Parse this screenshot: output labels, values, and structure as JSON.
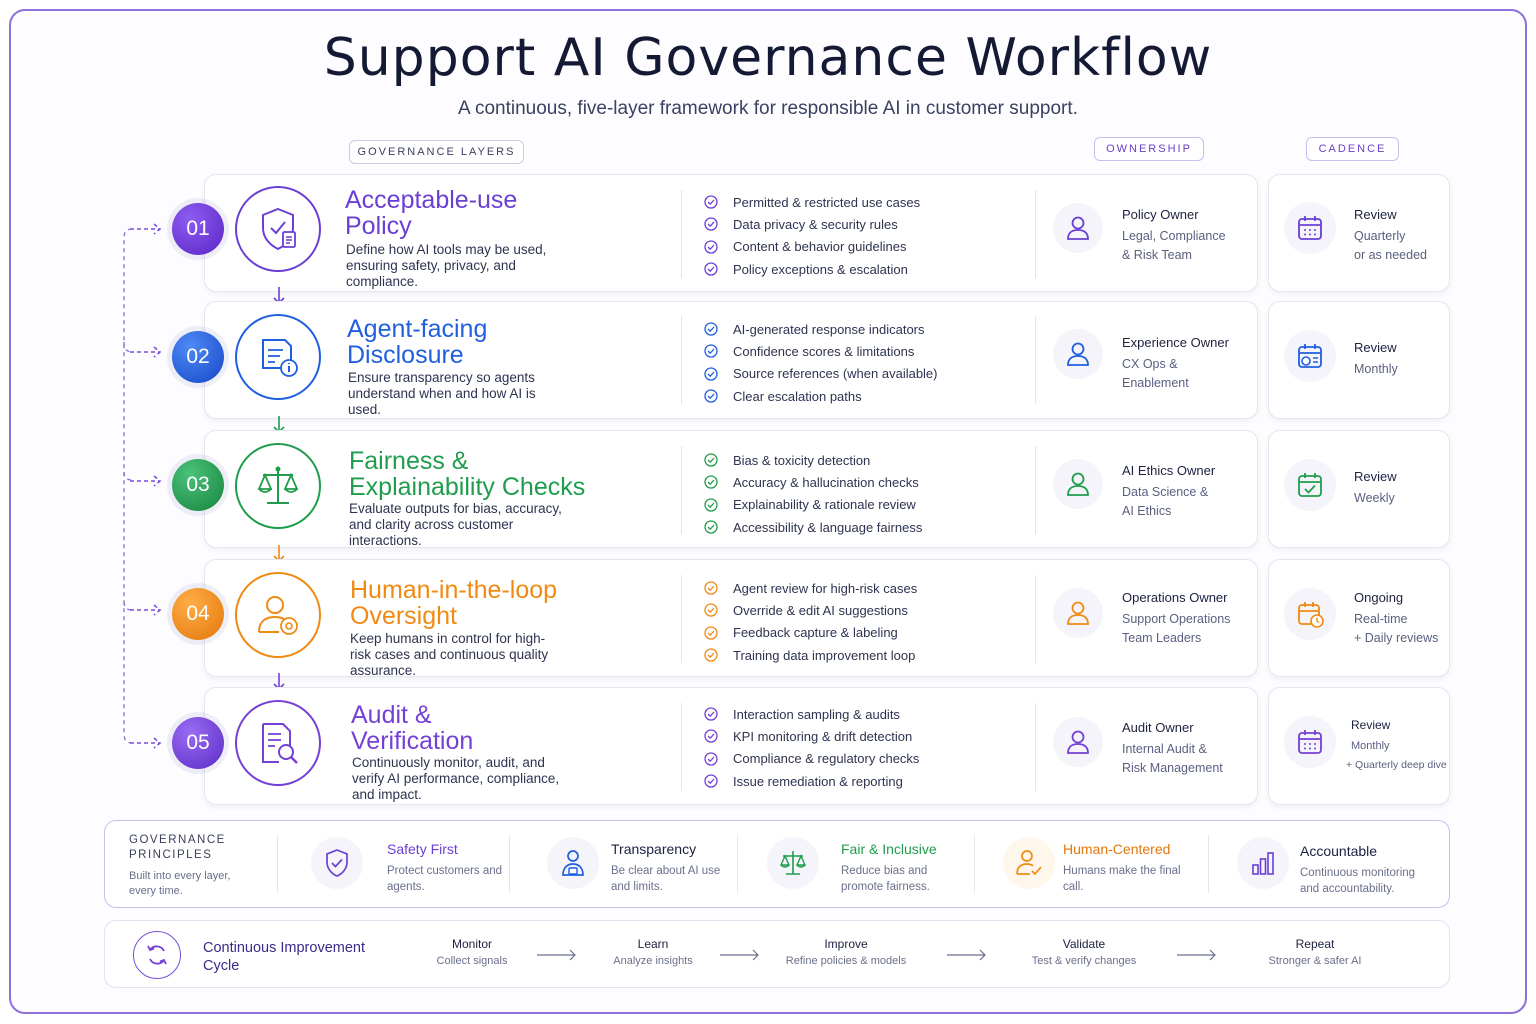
{
  "header": {
    "title": "Support AI Governance Workflow",
    "subtitle": "A continuous, five-layer framework for responsible AI in customer support."
  },
  "column_labels": {
    "layers": "GOVERNANCE LAYERS",
    "ownership": "OWNERSHIP",
    "cadence": "CADENCE"
  },
  "colors": {
    "purple": "#6b3fd4",
    "blue": "#1f5fe0",
    "green": "#1f9d4c",
    "orange": "#f08a12",
    "violet": "#7440d6"
  },
  "layers": [
    {
      "number": "01",
      "title_line1": "Acceptable-use",
      "title_line2": "Policy",
      "description": "Define how AI tools may be used, ensuring safety, privacy, and compliance.",
      "icon": "shield-document-icon",
      "checks": [
        "Permitted & restricted use cases",
        "Data privacy & security rules",
        "Content & behavior guidelines",
        "Policy exceptions & escalation"
      ],
      "owner_role": "Policy Owner",
      "owner_team_line1": "Legal, Compliance",
      "owner_team_line2": "& Risk Team",
      "cadence_label": "Review",
      "cadence_line1": "Quarterly",
      "cadence_line2": "or as needed"
    },
    {
      "number": "02",
      "title_line1": "Agent-facing",
      "title_line2": "Disclosure",
      "description": "Ensure transparency so agents understand when and how AI is used.",
      "icon": "document-info-icon",
      "checks": [
        "AI-generated response indicators",
        "Confidence scores & limitations",
        "Source references (when available)",
        "Clear escalation paths"
      ],
      "owner_role": "Experience Owner",
      "owner_team_line1": "CX Ops &",
      "owner_team_line2": "Enablement",
      "cadence_label": "Review",
      "cadence_line1": "Monthly",
      "cadence_line2": ""
    },
    {
      "number": "03",
      "title_line1": "Fairness &",
      "title_line2": "Explainability Checks",
      "description": "Evaluate outputs for bias, accuracy, and clarity across customer interactions.",
      "icon": "balance-scale-icon",
      "checks": [
        "Bias & toxicity detection",
        "Accuracy & hallucination checks",
        "Explainability & rationale review",
        "Accessibility & language fairness"
      ],
      "owner_role": "AI Ethics Owner",
      "owner_team_line1": "Data Science &",
      "owner_team_line2": "AI Ethics",
      "cadence_label": "Review",
      "cadence_line1": "Weekly",
      "cadence_line2": ""
    },
    {
      "number": "04",
      "title_line1": "Human-in-the-loop",
      "title_line2": "Oversight",
      "description": "Keep humans in control for high-risk cases and continuous quality assurance.",
      "icon": "person-gear-icon",
      "checks": [
        "Agent review for high-risk cases",
        "Override & edit AI suggestions",
        "Feedback capture & labeling",
        "Training data improvement loop"
      ],
      "owner_role": "Operations Owner",
      "owner_team_line1": "Support Operations",
      "owner_team_line2": "Team Leaders",
      "cadence_label": "Ongoing",
      "cadence_line1": "Real-time",
      "cadence_line2": "+ Daily reviews"
    },
    {
      "number": "05",
      "title_line1": "Audit &",
      "title_line2": "Verification",
      "description": "Continuously monitor, audit, and verify AI performance, compliance, and impact.",
      "icon": "document-search-icon",
      "checks": [
        "Interaction sampling & audits",
        "KPI monitoring & drift detection",
        "Compliance & regulatory checks",
        "Issue remediation & reporting"
      ],
      "owner_role": "Audit Owner",
      "owner_team_line1": "Internal Audit &",
      "owner_team_line2": "Risk Management",
      "cadence_label": "Review",
      "cadence_line1": "Monthly",
      "cadence_line2": "+ Quarterly deep dive"
    }
  ],
  "principles": {
    "heading_line1": "GOVERNANCE",
    "heading_line2": "PRINCIPLES",
    "subtext": "Built into every layer, every time.",
    "items": [
      {
        "title": "Safety First",
        "description": "Protect customers and agents.",
        "icon": "shield-check-icon"
      },
      {
        "title": "Transparency",
        "description": "Be clear about AI use and limits.",
        "icon": "person-lock-icon"
      },
      {
        "title": "Fair & Inclusive",
        "description": "Reduce bias and promote fairness.",
        "icon": "balance-scale-icon"
      },
      {
        "title": "Human-Centered",
        "description": "Humans make the final call.",
        "icon": "person-check-icon"
      },
      {
        "title": "Accountable",
        "description": "Continuous monitoring and accountability.",
        "icon": "bar-chart-icon"
      }
    ]
  },
  "cycle": {
    "title": "Continuous Improvement Cycle",
    "icon": "refresh-cycle-icon",
    "steps": [
      {
        "name": "Monitor",
        "description": "Collect signals"
      },
      {
        "name": "Learn",
        "description": "Analyze insights"
      },
      {
        "name": "Improve",
        "description": "Refine policies & models"
      },
      {
        "name": "Validate",
        "description": "Test & verify changes"
      },
      {
        "name": "Repeat",
        "description": "Stronger & safer AI"
      }
    ]
  }
}
